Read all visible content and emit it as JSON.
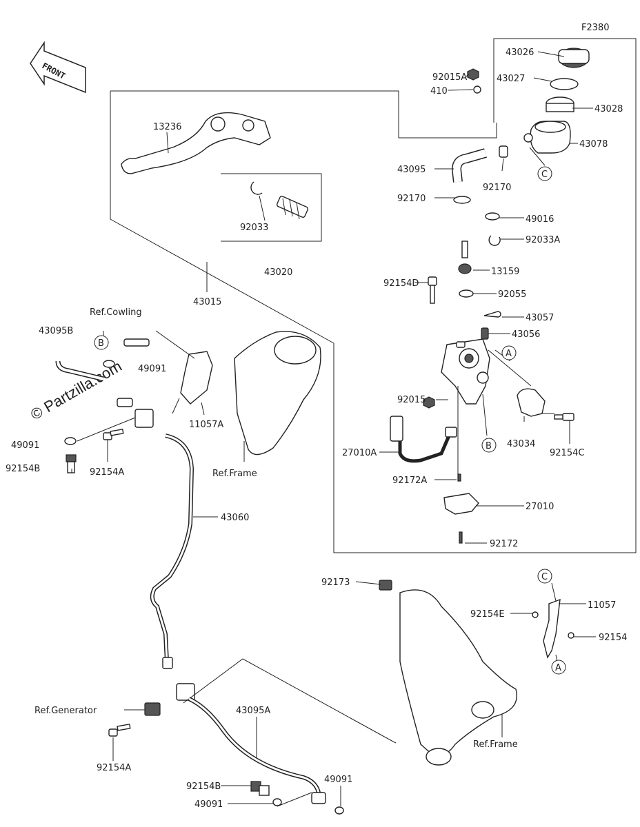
{
  "figure_code": "F2380",
  "front_label": "FRONT",
  "watermark": "© Partzilla.com",
  "callouts": {
    "c_43026": "43026",
    "c_43027": "43027",
    "c_92015A": "92015A",
    "c_410": "410",
    "c_43028": "43028",
    "c_13236": "13236",
    "c_43078": "43078",
    "c_43095": "43095",
    "c_92170_a": "92170",
    "c_92170_b": "92170",
    "c_49016": "49016",
    "c_92033": "92033",
    "c_92033A": "92033A",
    "c_43020": "43020",
    "c_13159": "13159",
    "c_92154D": "92154D",
    "c_92055": "92055",
    "c_43015": "43015",
    "c_43057": "43057",
    "c_43056": "43056",
    "c_ref_cowling": "Ref.Cowling",
    "c_43095B": "43095B",
    "c_49091_top": "49091",
    "c_92015": "92015",
    "c_43034": "43034",
    "c_11057A": "11057A",
    "c_49091_left": "49091",
    "c_92154B_left": "92154B",
    "c_92154A_top": "92154A",
    "c_27010A": "27010A",
    "c_92154C": "92154C",
    "c_ref_frame_top": "Ref.Frame",
    "c_92172A": "92172A",
    "c_27010": "27010",
    "c_43060": "43060",
    "c_92172": "92172",
    "c_92173": "92173",
    "c_11057": "11057",
    "c_92154E": "92154E",
    "c_92154": "92154",
    "c_ref_generator": "Ref.Generator",
    "c_43095A": "43095A",
    "c_ref_frame_bottom": "Ref.Frame",
    "c_92154A_bottom": "92154A",
    "c_92154B_bottom": "92154B",
    "c_49091_bottom_a": "49091",
    "c_49091_bottom_b": "49091"
  },
  "ref_markers": {
    "A_1": "A",
    "A_2": "A",
    "B_1": "B",
    "B_2": "B",
    "C_1": "C",
    "C_2": "C"
  }
}
